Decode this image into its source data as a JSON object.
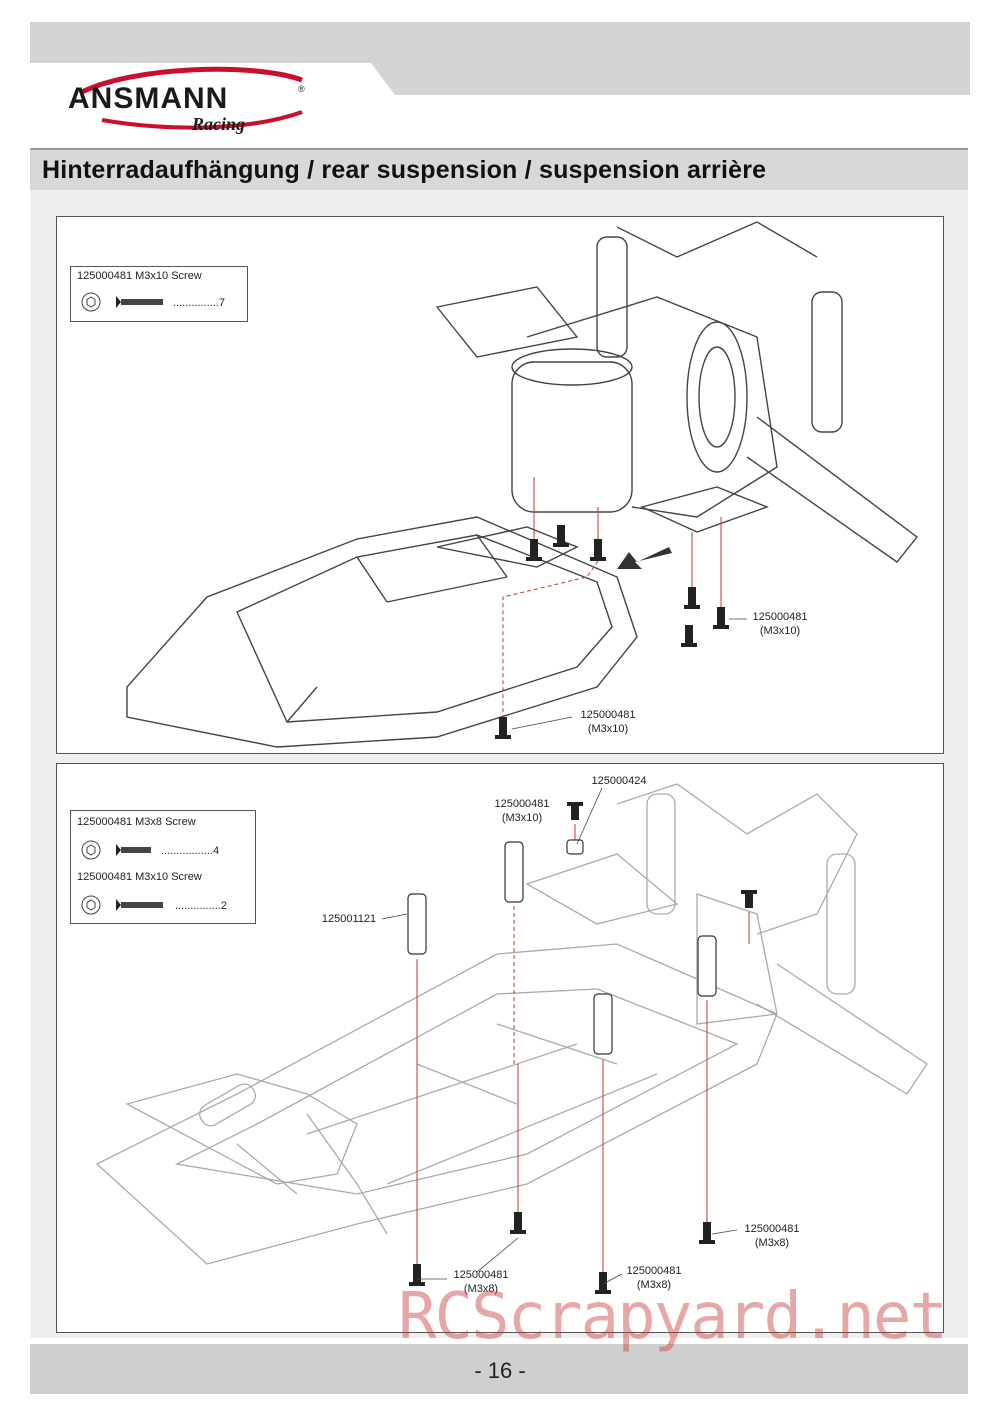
{
  "brand": {
    "logo_text": "ANSMANN",
    "logo_sub": "Racing",
    "logo_mark": "®",
    "accent_color": "#c8102e"
  },
  "header": {
    "title": "Hinterradaufhängung / rear suspension / suspension arrière"
  },
  "step1": {
    "legend": {
      "line1": "125000481  M3x10 Screw",
      "qty1": "...............7"
    },
    "callouts": [
      {
        "code": "125000481",
        "size": "(M3x10)"
      },
      {
        "code": "125000481",
        "size": "(M3x10)"
      }
    ]
  },
  "step2": {
    "legend": {
      "line1": "125000481  M3x8 Screw",
      "qty1": ".................4",
      "line2": "125000481  M3x10 Screw",
      "qty2": "...............2"
    },
    "callouts": [
      {
        "code": "125000424",
        "size": ""
      },
      {
        "code": "125000481",
        "size": "(M3x10)"
      },
      {
        "code": "125001121",
        "size": ""
      },
      {
        "code": "125000481",
        "size": "(M3x8)"
      },
      {
        "code": "125000481",
        "size": "(M3x8)"
      },
      {
        "code": "125000481",
        "size": "(M3x8)"
      }
    ]
  },
  "footer": {
    "page": "- 16 -"
  },
  "watermark": "RCScrapyard.net"
}
